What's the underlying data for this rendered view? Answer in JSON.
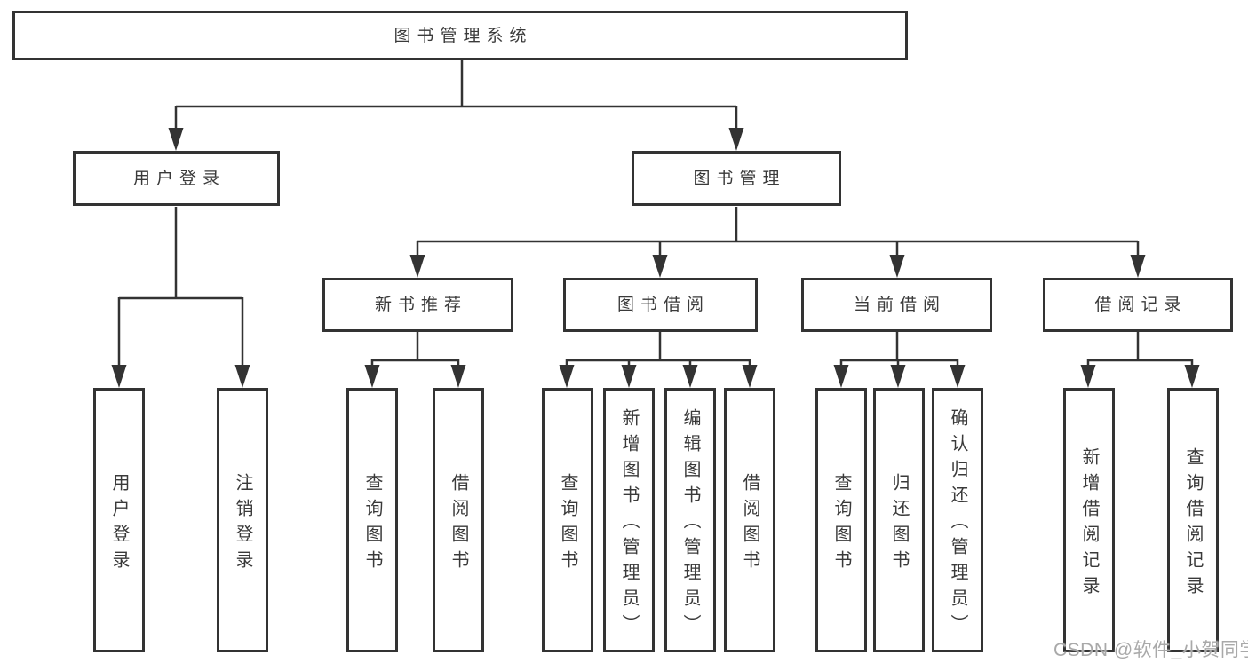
{
  "colors": {
    "line": "#333333",
    "text": "#3a3a3a",
    "box_background": "#ffffff",
    "watermark": "#a9a9a9"
  },
  "nodes": {
    "root": "图书管理系统",
    "user_login": "用户登录",
    "book_mgmt": "图书管理",
    "new_books": "新书推荐",
    "book_borrow": "图书借阅",
    "current_borrow": "当前借阅",
    "borrow_records": "借阅记录",
    "leaf_user_login": "用户登录",
    "leaf_logout": "注销登录",
    "leaf_nb_query": "查询图书",
    "leaf_nb_borrow": "借阅图书",
    "leaf_bb_query": "查询图书",
    "leaf_bb_add": "新增图书（管理员）",
    "leaf_bb_edit": "编辑图书（管理员）",
    "leaf_bb_borrow": "借阅图书",
    "leaf_cb_query": "查询图书",
    "leaf_cb_return": "归还图书",
    "leaf_cb_confirm": "确认归还（管理员）",
    "leaf_br_add": "新增借阅记录",
    "leaf_br_query": "查询借阅记录"
  },
  "watermark": "CSDN @软件_小贺同学"
}
